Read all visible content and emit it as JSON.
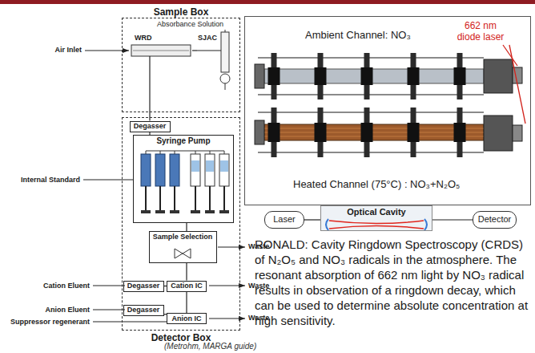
{
  "diagram": {
    "caption": "(Metrohm, MARGA guide)",
    "nodes": [
      {
        "text": [
          "Sample Box"
        ]
      },
      {
        "text": [
          "WRD"
        ],
        "in": 0
      },
      {
        "text": [
          "SJAC"
        ],
        "in": 0
      },
      {
        "text": [
          "Detector Box"
        ]
      },
      {
        "text": [
          "Degasser"
        ],
        "in": 3
      },
      {
        "text": [
          "Syringe Pump"
        ],
        "in": 3
      },
      {
        "text": [
          "Sample Selection"
        ],
        "in": 3
      },
      {
        "text": [
          "Degasser"
        ],
        "in": 3
      },
      {
        "text": [
          "Cation IC"
        ],
        "in": 3
      },
      {
        "text": [
          "Degasser"
        ],
        "in": 3
      },
      {
        "text": [
          "Anion IC"
        ],
        "in": 3
      },
      {
        "text": [
          "Ambient Channel: NO₃",
          "662 nm diode laser",
          "Heated Channel (75°C) : NO₃+N₂O₅"
        ]
      },
      {
        "text": [
          "Laser"
        ]
      },
      {
        "text": [
          "Optical Cavity"
        ]
      },
      {
        "text": [
          "Detector"
        ]
      }
    ],
    "edges": [
      {
        "from": 1,
        "to": 2,
        "arrow": "none"
      },
      {
        "from": 1,
        "to": 4,
        "arrow": "none"
      },
      {
        "from": 4,
        "to": 5,
        "arrow": "none"
      },
      {
        "from": 5,
        "to": 6,
        "arrow": "none"
      },
      {
        "from": 6,
        "to": 8,
        "arrow": "none"
      },
      {
        "from": 7,
        "to": 8,
        "arrow": "none"
      },
      {
        "from": 8,
        "to": 10,
        "arrow": "none"
      },
      {
        "from": 9,
        "to": 10,
        "arrow": "none"
      },
      {
        "from": 12,
        "to": 13,
        "arrow": "none"
      },
      {
        "from": 13,
        "to": 14,
        "arrow": "none"
      }
    ],
    "labels": [
      "Absorbance Solution",
      "Air Inlet",
      "Internal Standard",
      "Waste",
      "Cation Eluent",
      "Waste",
      "Anion Eluent",
      "Waste",
      "Suppressor regenerant",
      "RONALD: Cavity Ringdown Spectroscopy (CRDS) of N₂O₅ and NO₃ radicals in the atmosphere. The resonant absorption of 662 nm light by NO₃ radical results in observation of a ringdown decay, which can be used to determine absolute concentration at high sensitivity."
    ]
  }
}
